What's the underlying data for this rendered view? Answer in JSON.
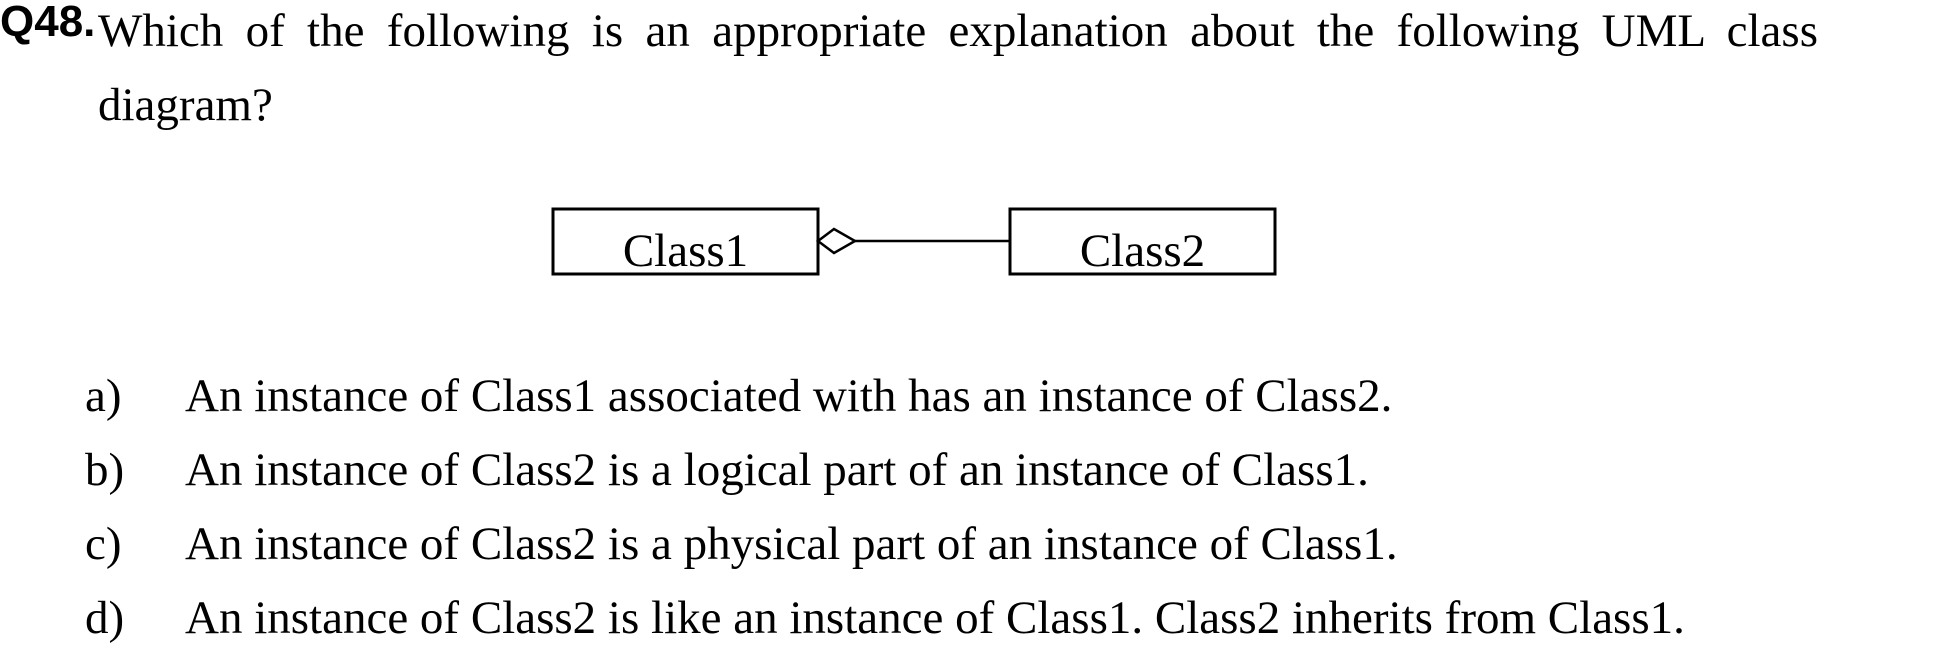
{
  "question": {
    "number": "Q48.",
    "text": "Which of the following is an appropriate explanation about the following UML class diagram?"
  },
  "diagram": {
    "relationship": "aggregation",
    "class1": "Class1",
    "class2": "Class2"
  },
  "options": [
    {
      "letter": "a)",
      "text": "An instance of Class1 associated with has an instance of Class2."
    },
    {
      "letter": "b)",
      "text": "An instance of Class2 is a logical part of an instance of Class1."
    },
    {
      "letter": "c)",
      "text": "An instance of Class2 is a physical part of an instance of Class1."
    },
    {
      "letter": "d)",
      "text": "An instance of Class2 is like an instance of Class1. Class2 inherits from Class1."
    }
  ]
}
